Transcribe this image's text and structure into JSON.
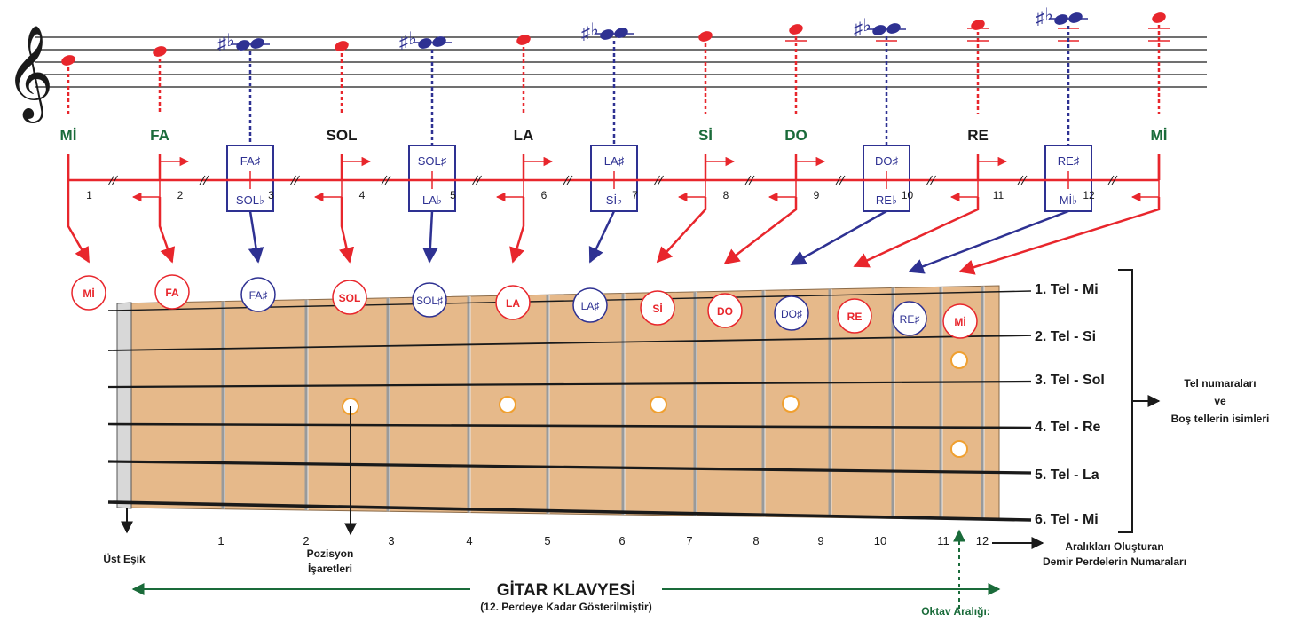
{
  "colors": {
    "natural_red": "#e8262c",
    "sharp_blue": "#2e3192",
    "name_green": "#1a6b3a",
    "name_black": "#1a1a1a",
    "fret_wood": "#e6b98a",
    "fret_wire": "#9a9a9a",
    "nut": "#d8d8d8"
  },
  "icons": [
    "treble-clef-icon",
    "sharp-icon",
    "flat-icon",
    "arrow-icon",
    "position-dot-icon"
  ],
  "notes": [
    {
      "label": "Mİ",
      "kind": "natural",
      "color": "green"
    },
    {
      "label": "FA",
      "kind": "natural",
      "color": "green"
    },
    {
      "top": "FA♯",
      "bottom": "SOL♭",
      "kind": "sharp"
    },
    {
      "label": "SOL",
      "kind": "natural",
      "color": "black"
    },
    {
      "top": "SOL♯",
      "bottom": "LA♭",
      "kind": "sharp"
    },
    {
      "label": "LA",
      "kind": "natural",
      "color": "black"
    },
    {
      "top": "LA♯",
      "bottom": "Sİ♭",
      "kind": "sharp"
    },
    {
      "label": "Sİ",
      "kind": "natural",
      "color": "green"
    },
    {
      "label": "DO",
      "kind": "natural",
      "color": "green"
    },
    {
      "top": "DO♯",
      "bottom": "RE♭",
      "kind": "sharp"
    },
    {
      "label": "RE",
      "kind": "natural",
      "color": "black"
    },
    {
      "top": "RE♯",
      "bottom": "Mİ♭",
      "kind": "sharp"
    },
    {
      "label": "Mİ",
      "kind": "natural",
      "color": "green"
    }
  ],
  "interval_numbers": [
    "1",
    "2",
    "3",
    "4",
    "5",
    "6",
    "7",
    "8",
    "9",
    "10",
    "11",
    "12"
  ],
  "fretboard_notes": [
    "Mİ",
    "FA",
    "FA♯",
    "SOL",
    "SOL♯",
    "LA",
    "LA♯",
    "Sİ",
    "DO",
    "DO♯",
    "RE",
    "RE♯",
    "Mİ"
  ],
  "string_labels": [
    "1. Tel - Mi",
    "2. Tel - Si",
    "3. Tel - Sol",
    "4. Tel - Re",
    "5. Tel - La",
    "6. Tel - Mi"
  ],
  "fret_numbers": [
    "1",
    "2",
    "3",
    "4",
    "5",
    "6",
    "7",
    "8",
    "9",
    "10",
    "11",
    "12"
  ],
  "labels": {
    "strings_caption_1": "Tel numaraları",
    "strings_caption_2": "ve",
    "strings_caption_3": "Boş tellerin isimleri",
    "nut": "Üst Eşik",
    "position_1": "Pozisyon",
    "position_2": "İşaretleri",
    "frets_caption_1": "Aralıkları Oluşturan",
    "frets_caption_2": "Demir Perdelerin Numaraları",
    "title": "GİTAR KLAVYESİ",
    "subtitle": "(12. Perdeye Kadar Gösterilmiştir)",
    "octave": "Oktav Aralığı:"
  }
}
